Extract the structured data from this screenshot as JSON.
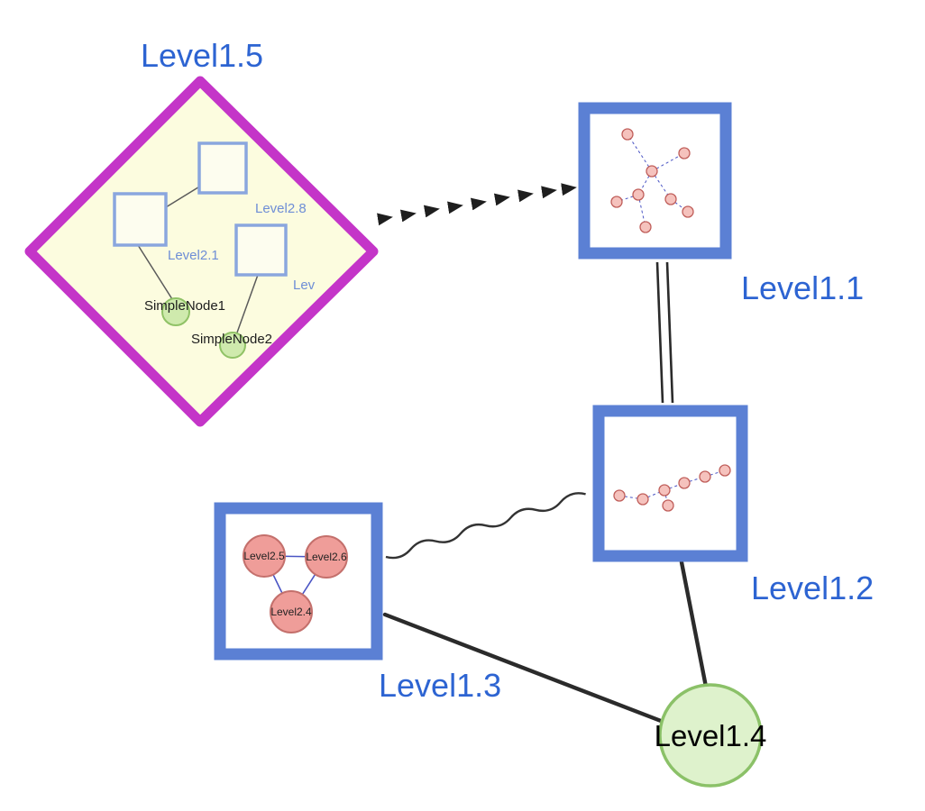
{
  "diagram": {
    "labels": {
      "level1_1": "Level1.1",
      "level1_2": "Level1.2",
      "level1_3": "Level1.3",
      "level1_4": "Level1.4",
      "level1_5": "Level1.5"
    },
    "inner_labels": {
      "level2_8": "Level2.8",
      "level2_1": "Level2.1",
      "level2_partial": "Lev",
      "simple_node_1": "SimpleNode1",
      "simple_node_2": "SimpleNode2",
      "level2_5": "Level2.5",
      "level2_6": "Level2.6",
      "level2_4": "Level2.4"
    },
    "edges": [
      {
        "from": "Level1.5",
        "to": "Level1.1",
        "style": "dashed-arrow-chain"
      },
      {
        "from": "Level1.1",
        "to": "Level1.2",
        "style": "double-line"
      },
      {
        "from": "Level1.3",
        "to": "Level1.2",
        "style": "wavy"
      },
      {
        "from": "Level1.2",
        "to": "Level1.4",
        "style": "solid"
      },
      {
        "from": "Level1.3",
        "to": "Level1.4",
        "style": "solid"
      }
    ],
    "inner_edges": [
      {
        "from": "Level2.1",
        "to": "Level2.8"
      },
      {
        "from": "Level2.1",
        "to": "SimpleNode1"
      },
      {
        "from": "Lev",
        "to": "SimpleNode2"
      },
      {
        "from": "Level2.5",
        "to": "Level2.6"
      },
      {
        "from": "Level2.5",
        "to": "Level2.4"
      },
      {
        "from": "Level2.6",
        "to": "Level2.4"
      }
    ],
    "colors": {
      "label_blue": "#2d64d2",
      "inner_label_blue": "#6e8ed6",
      "node_border_blue": "#5b80d4",
      "diamond_border": "#c435c8",
      "diamond_fill": "#fcfcdf",
      "inner_square_fill": "#fdfdef",
      "inner_square_border": "#8aa6de",
      "green_node_fill": "#def2cc",
      "green_node_border": "#8bc168",
      "simple_node_fill": "#cfeaad",
      "simple_node_border": "#90c266",
      "mini_node_fill": "#f5c2bd",
      "mini_node_border": "#c05e5a",
      "pink_node_fill": "#ef9d99",
      "pink_node_border": "#c4706c",
      "mini_edge": "#4a55c4",
      "edge_color": "#2b2b2b"
    }
  }
}
